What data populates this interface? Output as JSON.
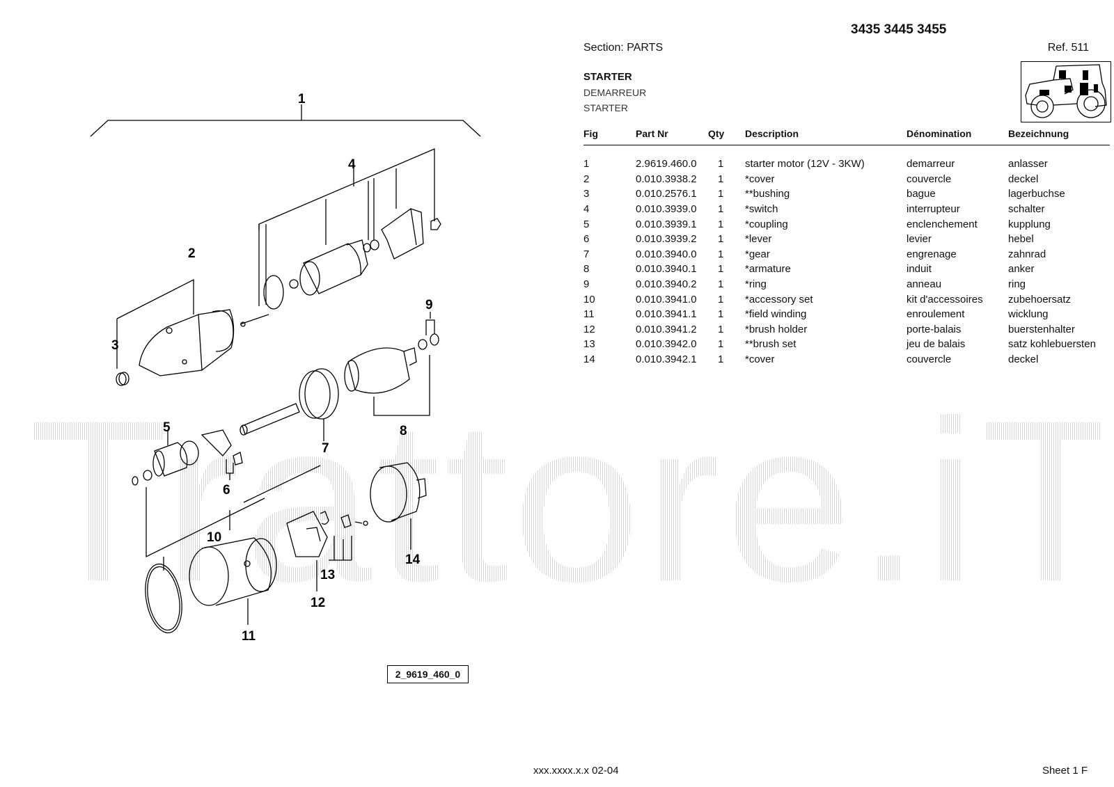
{
  "header": {
    "models": "3435 3445 3455",
    "section": "Section: PARTS",
    "ref": "Ref. 511",
    "title_en": "STARTER",
    "title_fr": "DEMARREUR",
    "title_de": "STARTER"
  },
  "table": {
    "headers": {
      "fig": "Fig",
      "part_nr": "Part Nr",
      "qty": "Qty",
      "description": "Description",
      "denomination": "Dénomination",
      "bezeichnung": "Bezeichnung"
    },
    "rows": [
      {
        "fig": "1",
        "part_nr": "2.9619.460.0",
        "qty": "1",
        "description": "starter motor (12V - 3KW)",
        "denomination": "demarreur",
        "bezeichnung": "anlasser"
      },
      {
        "fig": "2",
        "part_nr": "0.010.3938.2",
        "qty": "1",
        "description": "*cover",
        "denomination": "couvercle",
        "bezeichnung": "deckel"
      },
      {
        "fig": "3",
        "part_nr": "0.010.2576.1",
        "qty": "1",
        "description": "**bushing",
        "denomination": "bague",
        "bezeichnung": "lagerbuchse"
      },
      {
        "fig": "4",
        "part_nr": "0.010.3939.0",
        "qty": "1",
        "description": "*switch",
        "denomination": "interrupteur",
        "bezeichnung": "schalter"
      },
      {
        "fig": "5",
        "part_nr": "0.010.3939.1",
        "qty": "1",
        "description": "*coupling",
        "denomination": "enclenchement",
        "bezeichnung": "kupplung"
      },
      {
        "fig": "6",
        "part_nr": "0.010.3939.2",
        "qty": "1",
        "description": "*lever",
        "denomination": "levier",
        "bezeichnung": "hebel"
      },
      {
        "fig": "7",
        "part_nr": "0.010.3940.0",
        "qty": "1",
        "description": "*gear",
        "denomination": "engrenage",
        "bezeichnung": "zahnrad"
      },
      {
        "fig": "8",
        "part_nr": "0.010.3940.1",
        "qty": "1",
        "description": "*armature",
        "denomination": "induit",
        "bezeichnung": "anker"
      },
      {
        "fig": "9",
        "part_nr": "0.010.3940.2",
        "qty": "1",
        "description": "*ring",
        "denomination": "anneau",
        "bezeichnung": "ring"
      },
      {
        "fig": "10",
        "part_nr": "0.010.3941.0",
        "qty": "1",
        "description": "*accessory set",
        "denomination": "kit d'accessoires",
        "bezeichnung": "zubehoersatz"
      },
      {
        "fig": "11",
        "part_nr": "0.010.3941.1",
        "qty": "1",
        "description": "*field winding",
        "denomination": "enroulement",
        "bezeichnung": "wicklung"
      },
      {
        "fig": "12",
        "part_nr": "0.010.3941.2",
        "qty": "1",
        "description": "*brush holder",
        "denomination": "porte-balais",
        "bezeichnung": "buerstenhalter"
      },
      {
        "fig": "13",
        "part_nr": "0.010.3942.0",
        "qty": "1",
        "description": "**brush set",
        "denomination": "jeu de balais",
        "bezeichnung": "satz kohlebuersten"
      },
      {
        "fig": "14",
        "part_nr": "0.010.3942.1",
        "qty": "1",
        "description": "*cover",
        "denomination": "couvercle",
        "bezeichnung": "deckel"
      }
    ]
  },
  "diagram": {
    "callouts": [
      "1",
      "2",
      "3",
      "4",
      "5",
      "6",
      "7",
      "8",
      "9",
      "10",
      "11",
      "12",
      "13",
      "14"
    ],
    "drawing_code": "2_9619_460_0"
  },
  "watermark": "Trattore.iT",
  "footer": {
    "code": "xxx.xxxx.x.x  02-04",
    "sheet": "Sheet 1 F"
  }
}
